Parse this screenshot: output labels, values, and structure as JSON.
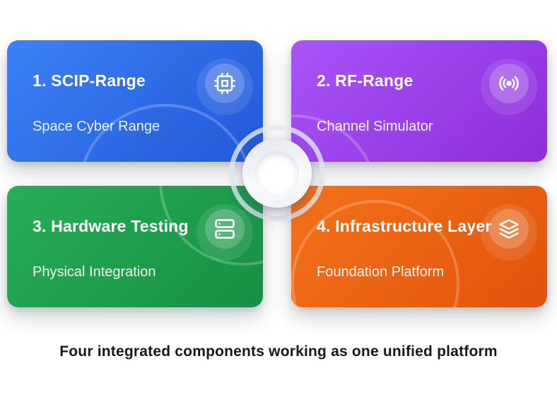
{
  "diagram": {
    "caption": "Four integrated components working as one unified platform",
    "cards": [
      {
        "title": "1. SCIP-Range",
        "subtitle": "Space Cyber Range",
        "icon": "cpu-icon",
        "gradient_from": "#3b82f6",
        "gradient_to": "#2457d8"
      },
      {
        "title": "2. RF-Range",
        "subtitle": "Channel Simulator",
        "icon": "radio-icon",
        "gradient_from": "#a855f7",
        "gradient_to": "#8d2ddc"
      },
      {
        "title": "3. Hardware Testing",
        "subtitle": "Physical Integration",
        "icon": "server-icon",
        "gradient_from": "#28ae58",
        "gradient_to": "#178f44"
      },
      {
        "title": "4. Infrastructure Layer",
        "subtitle": "Foundation Platform",
        "icon": "layers-icon",
        "gradient_from": "#f47119",
        "gradient_to": "#e0540c"
      }
    ],
    "hub": {
      "description": "central connector hub",
      "ring_color": "#e4e8f0",
      "hub_color": "#f1f4f8"
    }
  }
}
